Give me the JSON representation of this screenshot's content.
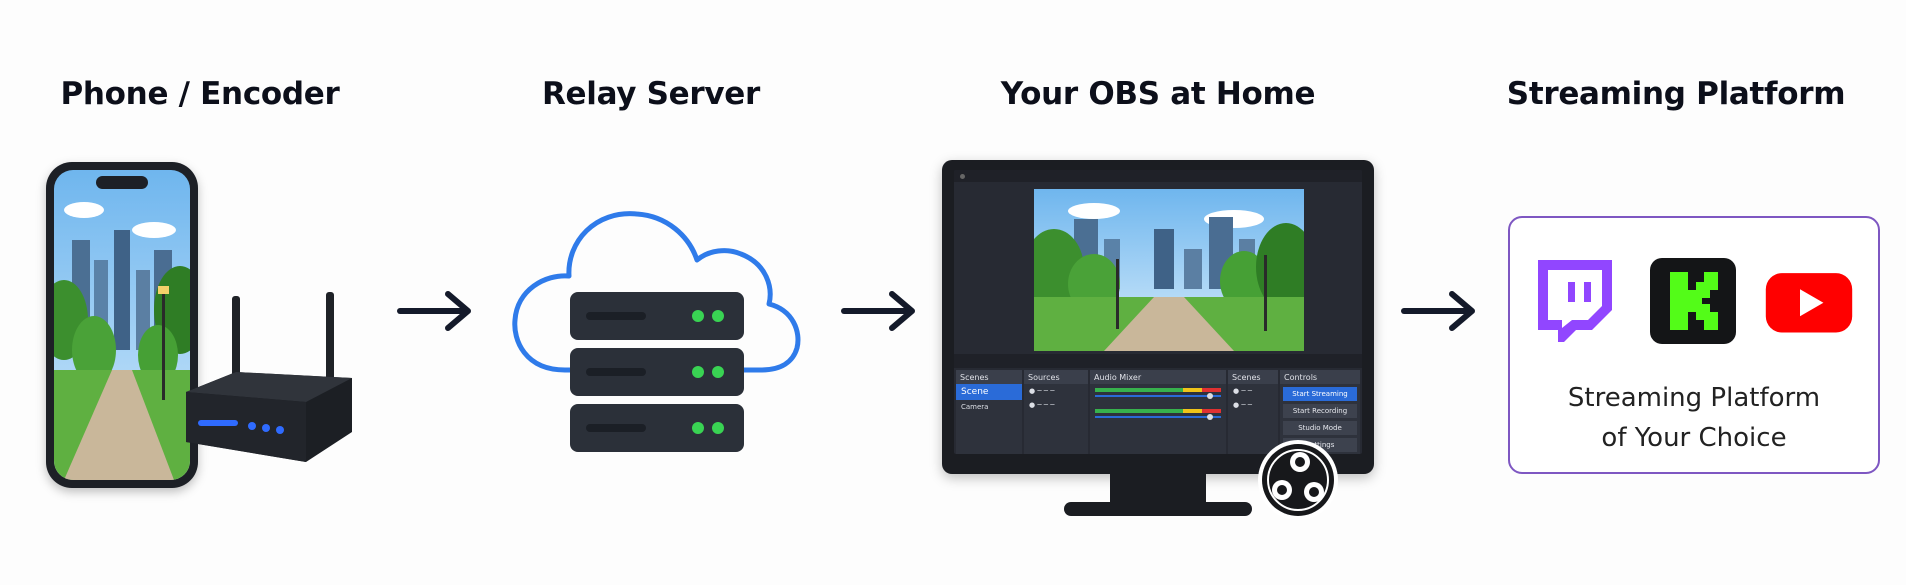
{
  "stages": {
    "encoder": {
      "title": "Phone / Encoder"
    },
    "relay": {
      "title": "Relay Server"
    },
    "obs": {
      "title": "Your OBS at Home"
    },
    "platform": {
      "title": "Streaming Platform"
    }
  },
  "obs_ui": {
    "docks": {
      "scenes": {
        "title": "Scenes",
        "items": [
          "Scene",
          "Camera"
        ]
      },
      "sources": {
        "title": "Sources"
      },
      "mixer": {
        "title": "Audio Mixer"
      },
      "transitions": {
        "title": "Scenes"
      },
      "controls": {
        "title": "Controls",
        "buttons": [
          "Start Streaming",
          "Start Recording",
          "Studio Mode",
          "Settings"
        ]
      }
    }
  },
  "platform_box": {
    "caption_line1": "Streaming Platform",
    "caption_line2": "of Your Choice",
    "icons": [
      "twitch-icon",
      "kick-icon",
      "youtube-icon"
    ]
  },
  "colors": {
    "arrow": "#141a2a",
    "cloud_outline": "#2f7bea",
    "server_body": "#2b3039",
    "server_led": "#39d353",
    "router_led": "#2f6bff",
    "platform_border": "#7e57c2",
    "twitch": "#9146ff",
    "kick": "#53fc18",
    "youtube": "#ff0000"
  }
}
